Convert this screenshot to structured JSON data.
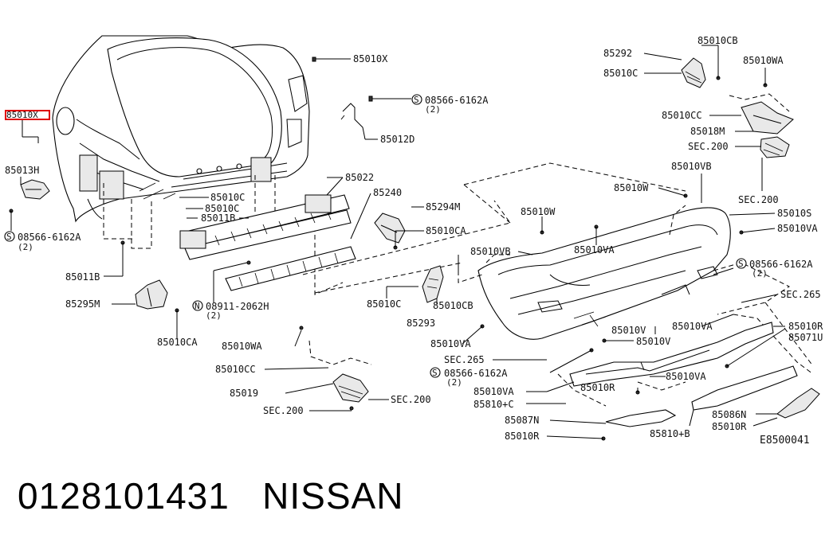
{
  "highlight_color": "#e00000",
  "highlighted_part": "85010X",
  "labels": {
    "l_85010X_top": "85010X",
    "l_85010X_left": "85010X",
    "l_85013H": "85013H",
    "l_08566_left": "08566-6162A",
    "l_2_left": "(2)",
    "l_85011B_a": "85011B",
    "l_85011B_b": "85011B",
    "l_85010C_a": "85010C",
    "l_85010C_b": "85010C",
    "l_85012D": "85012D",
    "l_08566_mid": "08566-6162A",
    "l_2_mid": "(2)",
    "l_85022": "85022",
    "l_85240": "85240",
    "l_85294M": "85294M",
    "l_85010CA_mid": "85010CA",
    "l_85295M": "85295M",
    "l_85010CA_low": "85010CA",
    "l_08911": "08911-2062H",
    "l_2_08911": "(2)",
    "l_85010VB_a": "85010VB",
    "l_85010C_c": "85010C",
    "l_85010CB_mid": "85010CB",
    "l_85293": "85293",
    "l_85010W_a": "85010W",
    "l_85010VA_a": "85010VA",
    "l_85010WA_low": "85010WA",
    "l_85010CC_low": "85010CC",
    "l_85019": "85019",
    "l_SEC200_a": "SEC.200",
    "l_SEC200_b": "SEC.200",
    "l_85010VA_b": "85010VA",
    "l_SEC265_a": "SEC.265",
    "l_08566_low": "08566-6162A",
    "l_2_low": "(2)",
    "l_85010VA_c": "85010VA",
    "l_85810C": "85810+C",
    "l_85087N": "85087N",
    "l_85010R_a": "85010R",
    "l_85010R_b": "85010R",
    "l_85810B": "85810+B",
    "l_85086N": "85086N",
    "l_85010R_c": "85010R",
    "l_85010R_d": "85010R",
    "l_85071U": "85071U",
    "l_85010VA_d": "85010VA",
    "l_85010V_a": "85010V",
    "l_85010V_b": "85010V",
    "l_85010VA_e": "85010VA",
    "l_SEC265_b": "SEC.265",
    "l_08566_right": "08566-6162A",
    "l_2_right": "(2)",
    "l_85010VA_f": "85010VA",
    "l_85010S": "85010S",
    "l_85010W_b": "85010W",
    "l_85010VB_b": "85010VB",
    "l_SEC200_c": "SEC.200",
    "l_SEC200_d": "SEC.200",
    "l_85018M": "85018M",
    "l_85010CC_top": "85010CC",
    "l_85010WA_top": "85010WA",
    "l_85010CB_top": "85010CB",
    "l_85292": "85292",
    "l_85010C_top": "85010C",
    "l_diagram_code": "E8500041"
  },
  "caption": "0128101431   NISSAN"
}
